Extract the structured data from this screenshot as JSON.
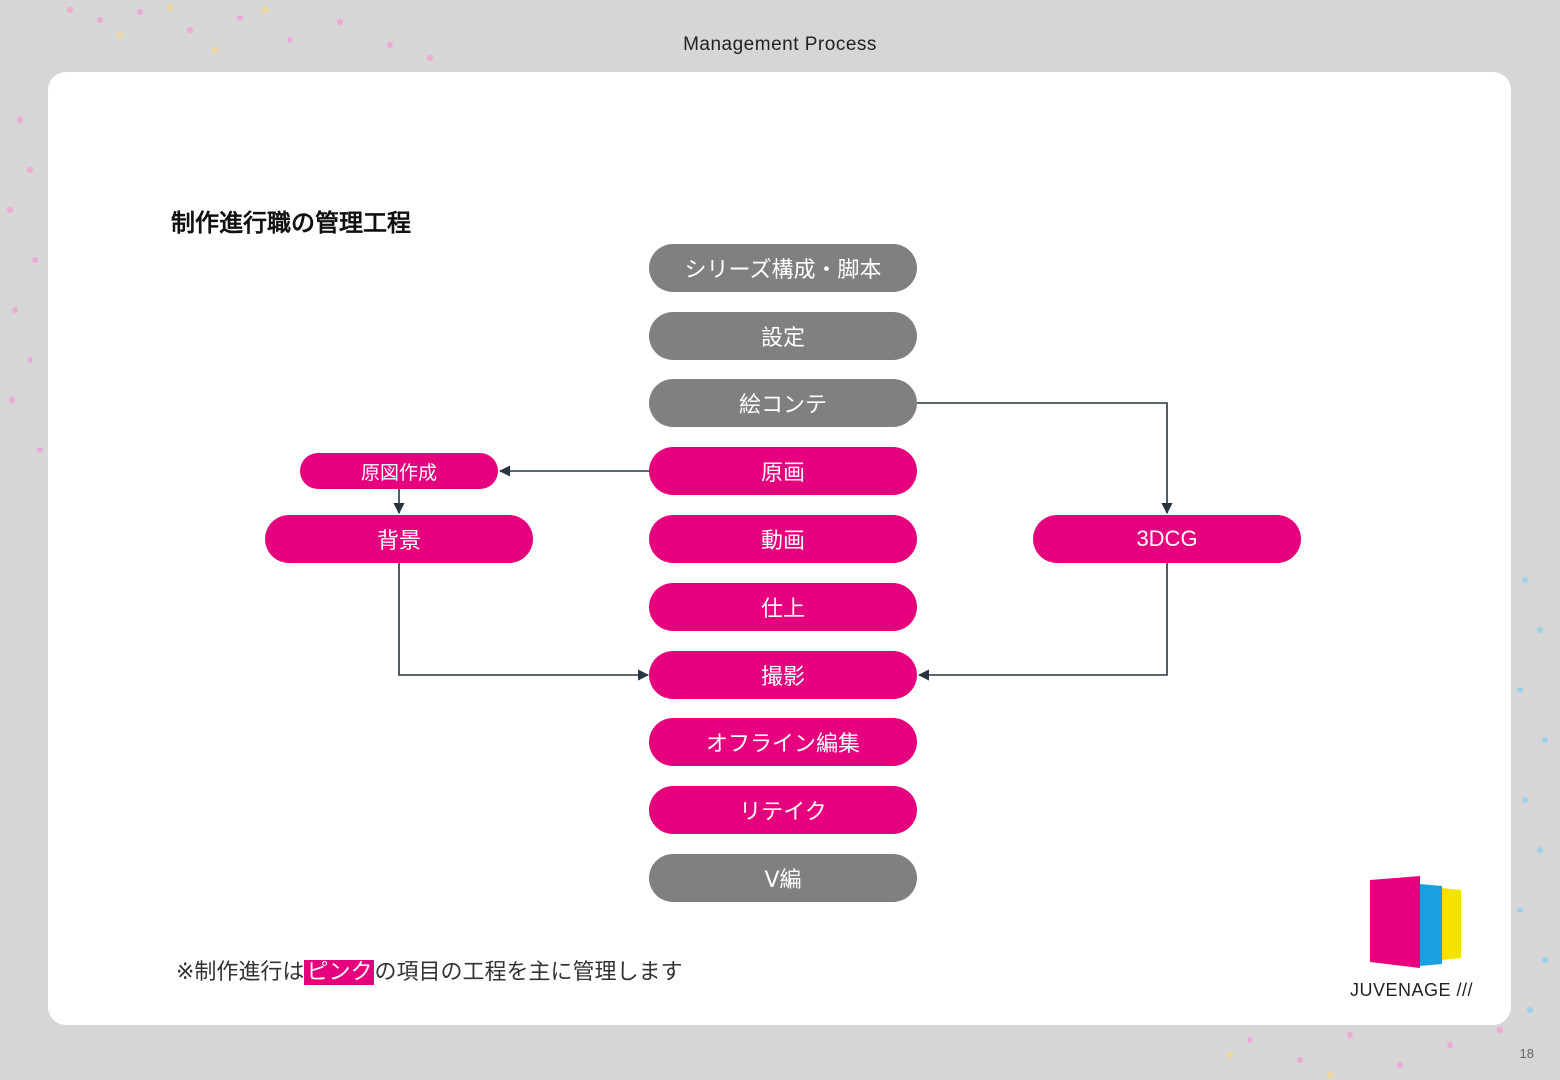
{
  "header": {
    "title": "Management Process"
  },
  "diagram": {
    "title": "制作進行職の管理工程",
    "center_steps": [
      {
        "label": "シリーズ構成・脚本",
        "color": "gray"
      },
      {
        "label": "設定",
        "color": "gray"
      },
      {
        "label": "絵コンテ",
        "color": "gray"
      },
      {
        "label": "原画",
        "color": "pink"
      },
      {
        "label": "動画",
        "color": "pink"
      },
      {
        "label": "仕上",
        "color": "pink"
      },
      {
        "label": "撮影",
        "color": "pink"
      },
      {
        "label": "オフライン編集",
        "color": "pink"
      },
      {
        "label": "リテイク",
        "color": "pink"
      },
      {
        "label": "V編",
        "color": "gray"
      }
    ],
    "left_steps": {
      "layout_drawing": "原図作成",
      "background": "背景"
    },
    "right_steps": {
      "cg": "3DCG"
    },
    "colors": {
      "pink": "#e6007e",
      "gray": "#808080",
      "arrow": "#2a3440"
    }
  },
  "note": {
    "prefix": "※制作進行は",
    "highlight": "ピンク",
    "suffix": "の項目の工程を主に管理します"
  },
  "logo": {
    "text": "JUVENAGE ///"
  },
  "page_number": "18"
}
